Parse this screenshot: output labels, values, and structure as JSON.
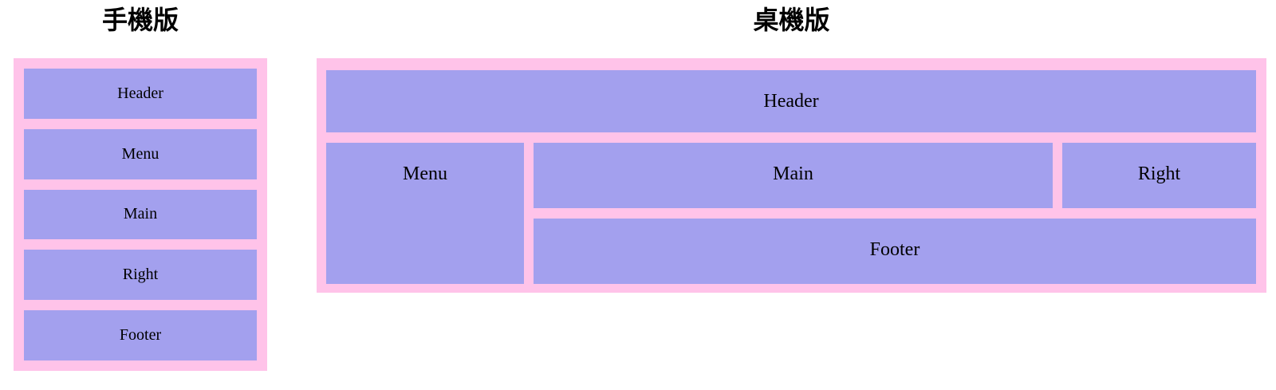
{
  "colors": {
    "page_background": "#ffffff",
    "container_pink": "#ffc3e9",
    "box_purple": "#a3a0ee",
    "label_text": "#000000",
    "title_text": "#000000"
  },
  "mobile": {
    "title": "手機版",
    "boxes": {
      "header": "Header",
      "menu": "Menu",
      "main": "Main",
      "right": "Right",
      "footer": "Footer"
    }
  },
  "desktop": {
    "title": "桌機版",
    "boxes": {
      "header": "Header",
      "menu": "Menu",
      "main": "Main",
      "right": "Right",
      "footer": "Footer"
    }
  }
}
